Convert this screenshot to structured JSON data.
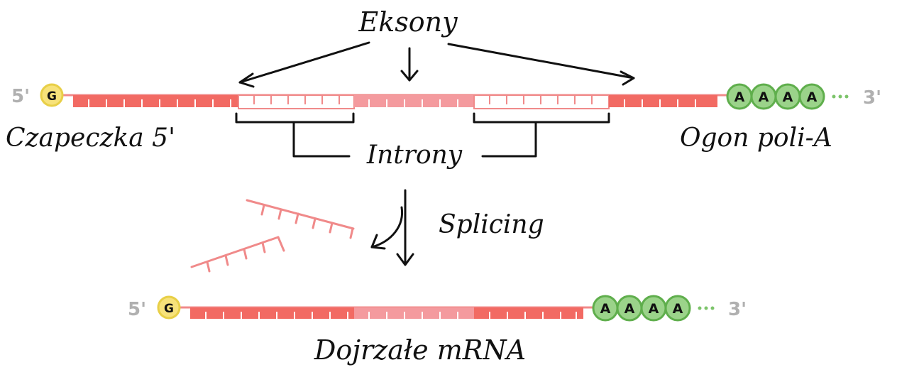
{
  "labels": {
    "exons": "Eksony",
    "introns": "Introny",
    "cap": "Czapeczka 5'",
    "polyA": "Ogon poli-A",
    "splicing": "Splicing",
    "mature": "Dojrzałe mRNA"
  },
  "pre_mrna": {
    "five_prime": "5'",
    "three_prime": "3'",
    "cap_letter": "G",
    "tail_letters": [
      "A",
      "A",
      "A",
      "A"
    ]
  },
  "mature_mrna": {
    "five_prime": "5'",
    "three_prime": "3'",
    "cap_letter": "G",
    "tail_letters": [
      "A",
      "A",
      "A",
      "A"
    ]
  },
  "colors": {
    "exon": "#f26a63",
    "exon_dark": "#e04a44",
    "exon_light": "#f49a9e",
    "intron_outline": "#f08a8a",
    "cap_fill": "#f7e27a",
    "cap_stroke": "#e8cf47",
    "tail_fill": "#9bd38a",
    "tail_stroke": "#5fae4c",
    "prime": "#b0b0b0"
  }
}
